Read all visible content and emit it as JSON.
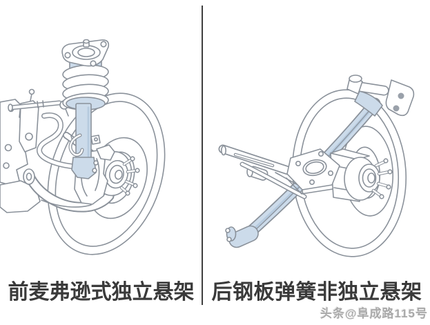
{
  "figure": {
    "panels": [
      {
        "id": "front-suspension",
        "caption": "前麦弗逊式独立悬架",
        "illustration": "macpherson-strut"
      },
      {
        "id": "rear-suspension",
        "caption": "后钢板弹簧非独立悬架",
        "illustration": "leaf-spring"
      }
    ],
    "watermark": "头条@阜成路115号",
    "colors": {
      "line": "#8a919a",
      "part_fill": "#ffffff",
      "highlight_blue": "#ccdbea",
      "highlight_blue_shade": "#b7cbdf",
      "divider": "#3e3e3e",
      "caption_text": "#3a3a3a",
      "watermark_text": "#a9a9a9"
    }
  }
}
